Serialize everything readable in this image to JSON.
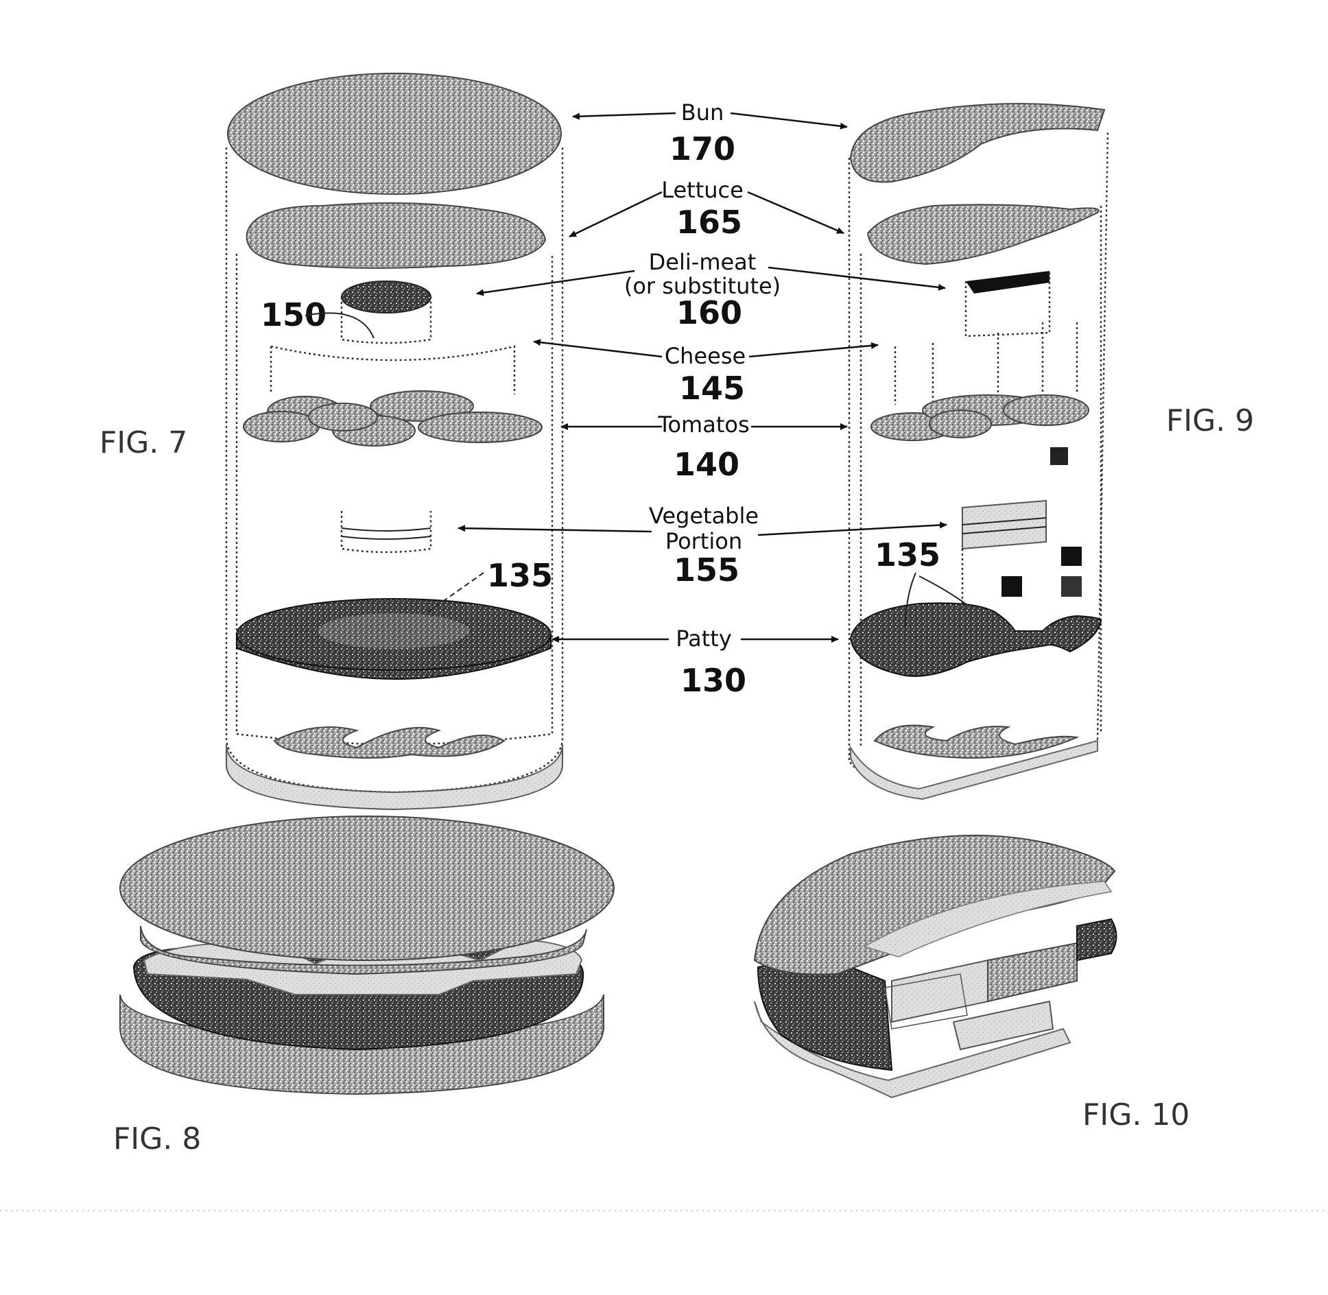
{
  "figures": {
    "fig7": "FIG. 7",
    "fig8": "FIG. 8",
    "fig9": "FIG. 9",
    "fig10": "FIG. 10"
  },
  "components": [
    {
      "label": "Bun",
      "number": "170"
    },
    {
      "label": "Lettuce",
      "number": "165"
    },
    {
      "label": "Deli-meat",
      "sublabel": "(or substitute)",
      "number": "160"
    },
    {
      "label": "Cheese",
      "number": "145"
    },
    {
      "label": "Tomatos",
      "number": "140"
    },
    {
      "label": "Vegetable",
      "sublabel": "Portion",
      "number": "155"
    },
    {
      "label": "Patty",
      "number": "130"
    }
  ],
  "callouts": {
    "ref150": "150",
    "ref135_fig7": "135",
    "ref135_fig9": "135"
  },
  "colors": {
    "speckle_light": "#9a9a9a",
    "speckle_dark": "#3a3a3a",
    "ink": "#111111"
  }
}
